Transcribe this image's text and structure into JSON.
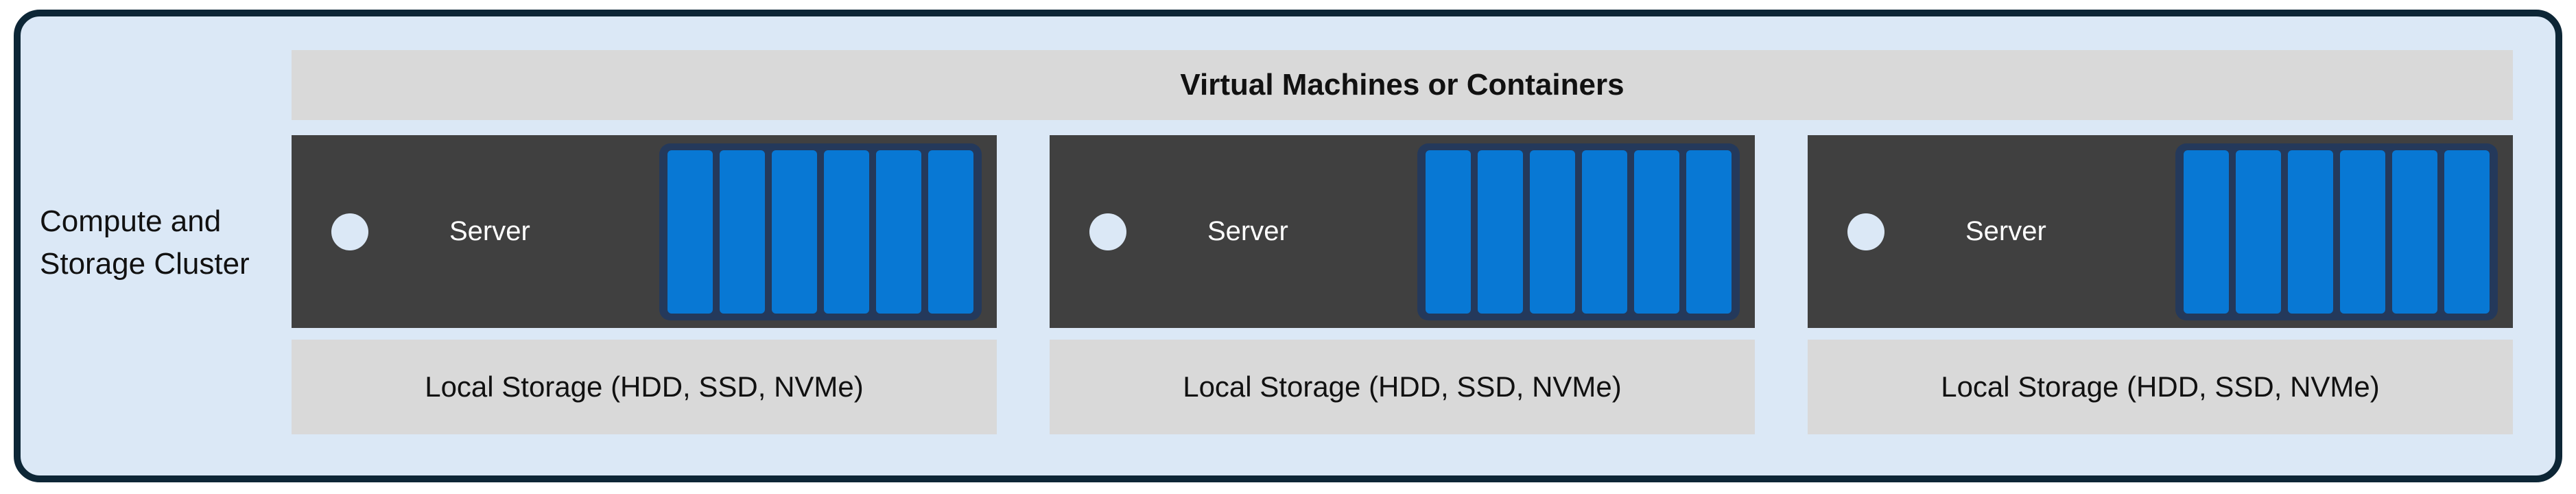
{
  "cluster": {
    "label": "Compute and\nStorage Cluster",
    "header": "Virtual Machines or Containers",
    "groups": [
      {
        "server_label": "Server",
        "storage_label": "Local Storage (HDD, SSD, NVMe)",
        "disk_count": 6
      },
      {
        "server_label": "Server",
        "storage_label": "Local Storage (HDD, SSD, NVMe)",
        "disk_count": 6
      },
      {
        "server_label": "Server",
        "storage_label": "Local Storage (HDD, SSD, NVMe)",
        "disk_count": 6
      }
    ],
    "colors": {
      "cluster_fill": "#dbe8f6",
      "cluster_border": "#0d2636",
      "header_bar_gray": "#d9d9d9",
      "server_gray": "#404040",
      "disk_array_navy": "#24395b",
      "disk_blue": "#0878d4",
      "status_light": "#dbe8f6",
      "server_text": "#ffffff",
      "text": "#111111"
    }
  }
}
